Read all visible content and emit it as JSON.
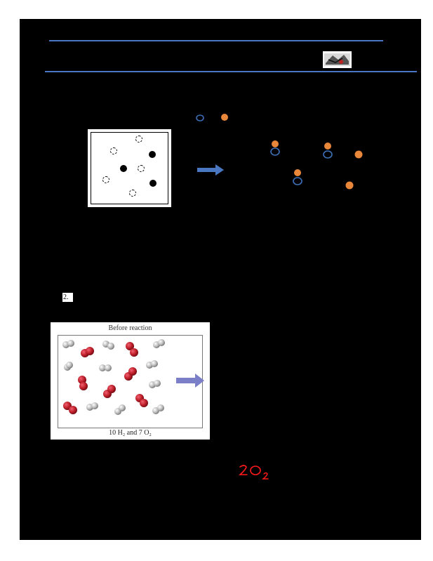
{
  "question_number": "2.",
  "figure2": {
    "title": "Before reaction",
    "caption": "10 H₂ and 7 O₂"
  },
  "handwritten_answer": "2O₂",
  "colors": {
    "rule": "#4a77c2",
    "arrow": "#4a77c2",
    "arrow2": "#7a7fc8",
    "particle_orange": "#e8863a",
    "particle_ring": "#3c6fb6",
    "oxygen_red": "#c0202b",
    "hydrogen_gray": "#bdbdbd",
    "handwriting": "#ff1a1a"
  }
}
